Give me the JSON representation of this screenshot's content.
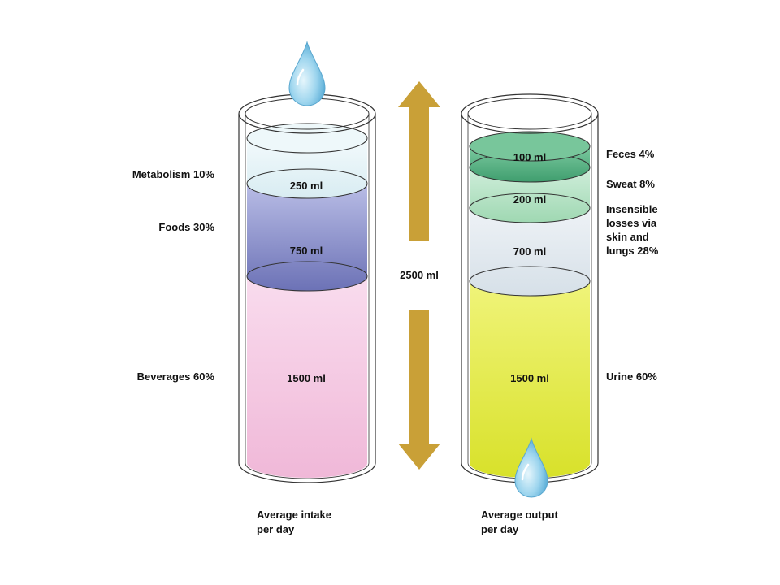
{
  "intake": {
    "caption_line1": "Average intake",
    "caption_line2": "per day",
    "layers": [
      {
        "label": "Metabolism 10%",
        "volume": "250 ml",
        "color": "#e6f3f6"
      },
      {
        "label": "Foods 30%",
        "volume": "750 ml",
        "color": "#8a8fcb"
      },
      {
        "label": "Beverages 60%",
        "volume": "1500 ml",
        "color": "#f6c9e3"
      }
    ]
  },
  "output": {
    "caption_line1": "Average output",
    "caption_line2": "per day",
    "layers": [
      {
        "label": "Feces 4%",
        "volume": "100 ml",
        "color": "#5fb98a"
      },
      {
        "label": "Sweat 8%",
        "volume": "200 ml",
        "color": "#b7e3c4"
      },
      {
        "label_lines": [
          "Insensible",
          "losses via",
          "skin and",
          "lungs 28%"
        ],
        "volume": "700 ml",
        "color": "#e5ebf0"
      },
      {
        "label": "Urine 60%",
        "volume": "1500 ml",
        "color": "#e4ec3e"
      }
    ]
  },
  "total": "2500 ml",
  "colors": {
    "arrow": "#c9a037",
    "drop": "#8fcde9",
    "glass_outline": "#333333"
  }
}
